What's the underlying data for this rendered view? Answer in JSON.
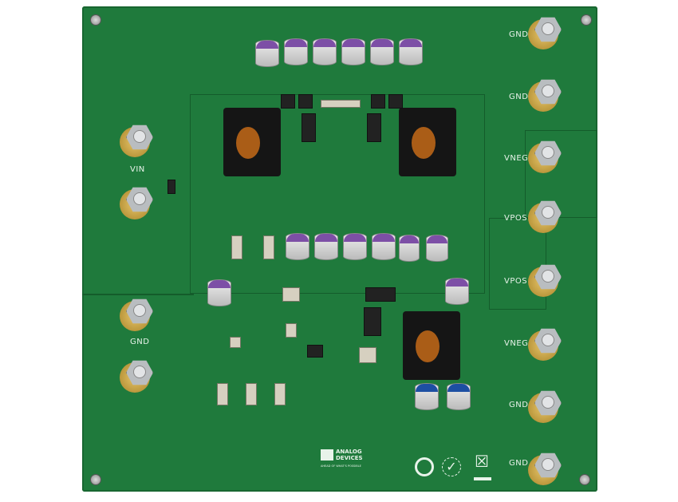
{
  "board": {
    "left_labels": {
      "vin": "VIN",
      "gnd": "GND"
    },
    "right_labels": [
      "GND",
      "GND",
      "VNEG",
      "VPOS",
      "VPOS",
      "VNEG",
      "GND",
      "GND"
    ],
    "logo": {
      "brand_line1": "ANALOG",
      "brand_line2": "DEVICES",
      "tagline": "AHEAD OF WHAT'S POSSIBLE"
    },
    "colors": {
      "pcb": "#1f7a3c",
      "silkscreen": "#e8f3ea",
      "terminal_gold": "#c9a446"
    }
  }
}
